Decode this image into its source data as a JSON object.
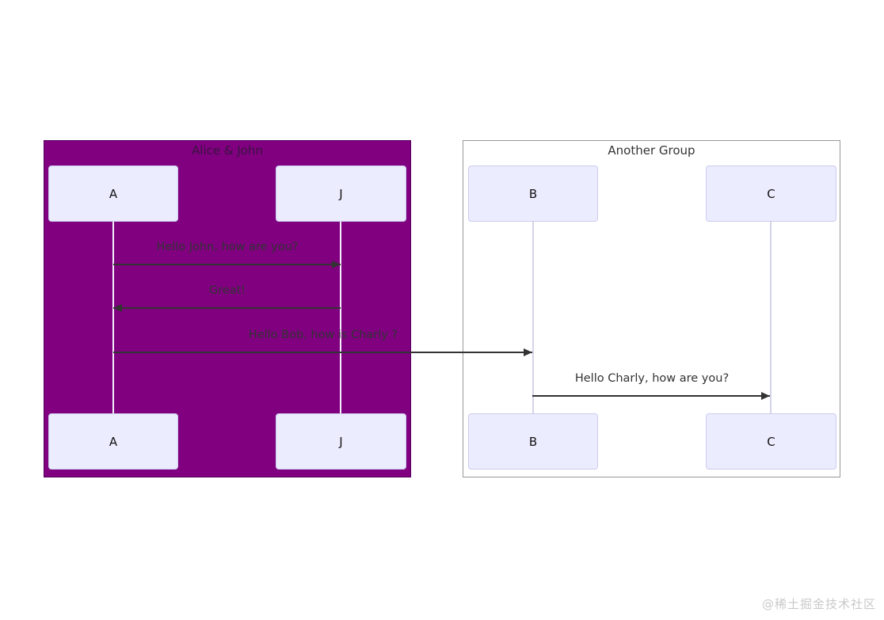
{
  "diagram": {
    "type": "sequence",
    "groups": {
      "left": {
        "title": "Alice & John",
        "background": "#800080"
      },
      "right": {
        "title": "Another Group",
        "background": "#ffffff",
        "border": "#999999"
      }
    },
    "actors": {
      "a": {
        "label": "A",
        "group": "Alice & John"
      },
      "j": {
        "label": "J",
        "group": "Alice & John"
      },
      "b": {
        "label": "B",
        "group": "Another Group"
      },
      "c": {
        "label": "C",
        "group": "Another Group"
      }
    },
    "messages": [
      {
        "text": "Hello John, how are you?",
        "from": "A",
        "to": "J",
        "direction": "right"
      },
      {
        "text": "Great!",
        "from": "J",
        "to": "A",
        "direction": "left"
      },
      {
        "text": "Hello Bob, how is Charly ?",
        "from": "A",
        "to": "B",
        "direction": "right"
      },
      {
        "text": "Hello Charly, how are you?",
        "from": "B",
        "to": "C",
        "direction": "right"
      }
    ],
    "colors": {
      "left_group_bg": "#800080",
      "actor_fill": "#ECECFF",
      "actor_border": "#ccccee",
      "arrow": "#333333",
      "message_text": "#333333",
      "right_group_border": "#999999"
    }
  },
  "watermark": {
    "text": "@稀土掘金技术社区"
  }
}
